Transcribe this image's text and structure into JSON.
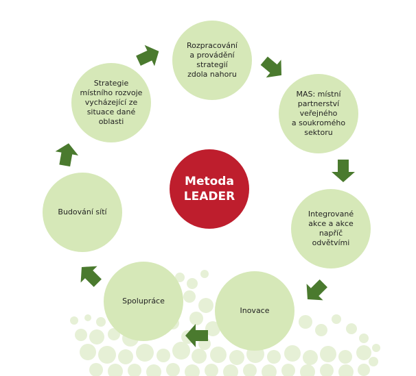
{
  "colors": {
    "node_fill": "#d6e8b8",
    "center_fill": "#be1e2d",
    "arrow_fill": "#4a7a2e",
    "bubble_fill": "#e6f0d6"
  },
  "center": {
    "label": "Metoda\nLEADER"
  },
  "nodes": [
    {
      "id": "rozpracovani",
      "label": "Rozpracování\na provádění\nstrategií\nzdola nahoru"
    },
    {
      "id": "mas",
      "label": "MAS: místní\npartnerství\nveřejného\na soukromého\nsektoru"
    },
    {
      "id": "integrovane",
      "label": "Integrované\nakce a akce\nnapříč\nodvětvími"
    },
    {
      "id": "inovace",
      "label": "Inovace"
    },
    {
      "id": "spoluprace",
      "label": "Spolupráce"
    },
    {
      "id": "budovani",
      "label": "Budování sítí"
    },
    {
      "id": "strategie",
      "label": "Strategie\nmístního rozvoje\nvycházející ze\nsituace dané\noblasti"
    }
  ]
}
